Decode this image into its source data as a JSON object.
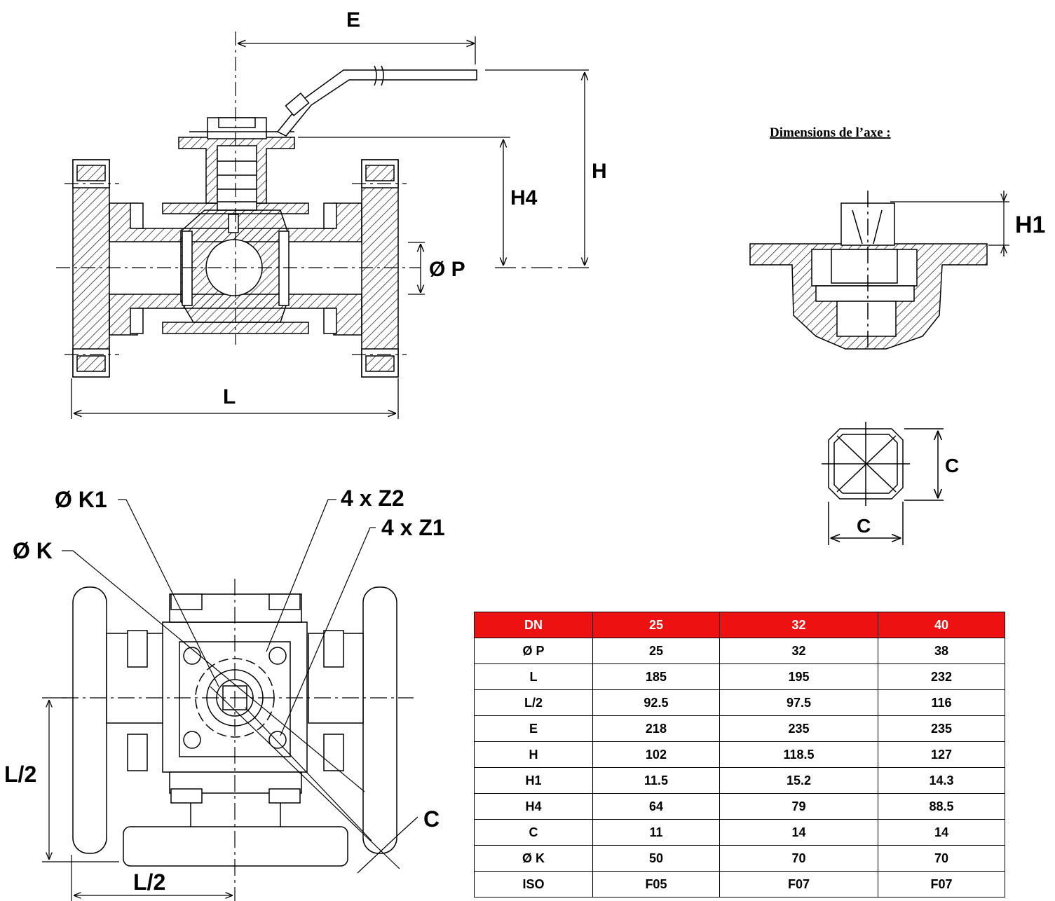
{
  "labels": {
    "E": "E",
    "H": "H",
    "H4": "H4",
    "P": "Ø P",
    "L": "L",
    "H1": "H1",
    "axis_title": "Dimensions de l’axe :",
    "C_side": "C",
    "C_bottom": "C",
    "K1": "Ø K1",
    "Z2": "4 x Z2",
    "Z1": "4 x Z1",
    "K": "Ø K",
    "L2_left": "L/2",
    "L2_bottom": "L/2",
    "C_diag": "C"
  },
  "colors": {
    "header_bg": "#ee1111",
    "header_text": "#ffffff",
    "line": "#000000"
  },
  "table": {
    "header": [
      "DN",
      "25",
      "32",
      "40"
    ],
    "rows": [
      [
        "Ø P",
        "25",
        "32",
        "38"
      ],
      [
        "L",
        "185",
        "195",
        "232"
      ],
      [
        "L/2",
        "92.5",
        "97.5",
        "116"
      ],
      [
        "E",
        "218",
        "235",
        "235"
      ],
      [
        "H",
        "102",
        "118.5",
        "127"
      ],
      [
        "H1",
        "11.5",
        "15.2",
        "14.3"
      ],
      [
        "H4",
        "64",
        "79",
        "88.5"
      ],
      [
        "C",
        "11",
        "14",
        "14"
      ],
      [
        "Ø K",
        "50",
        "70",
        "70"
      ],
      [
        "ISO",
        "F05",
        "F07",
        "F07"
      ]
    ]
  }
}
